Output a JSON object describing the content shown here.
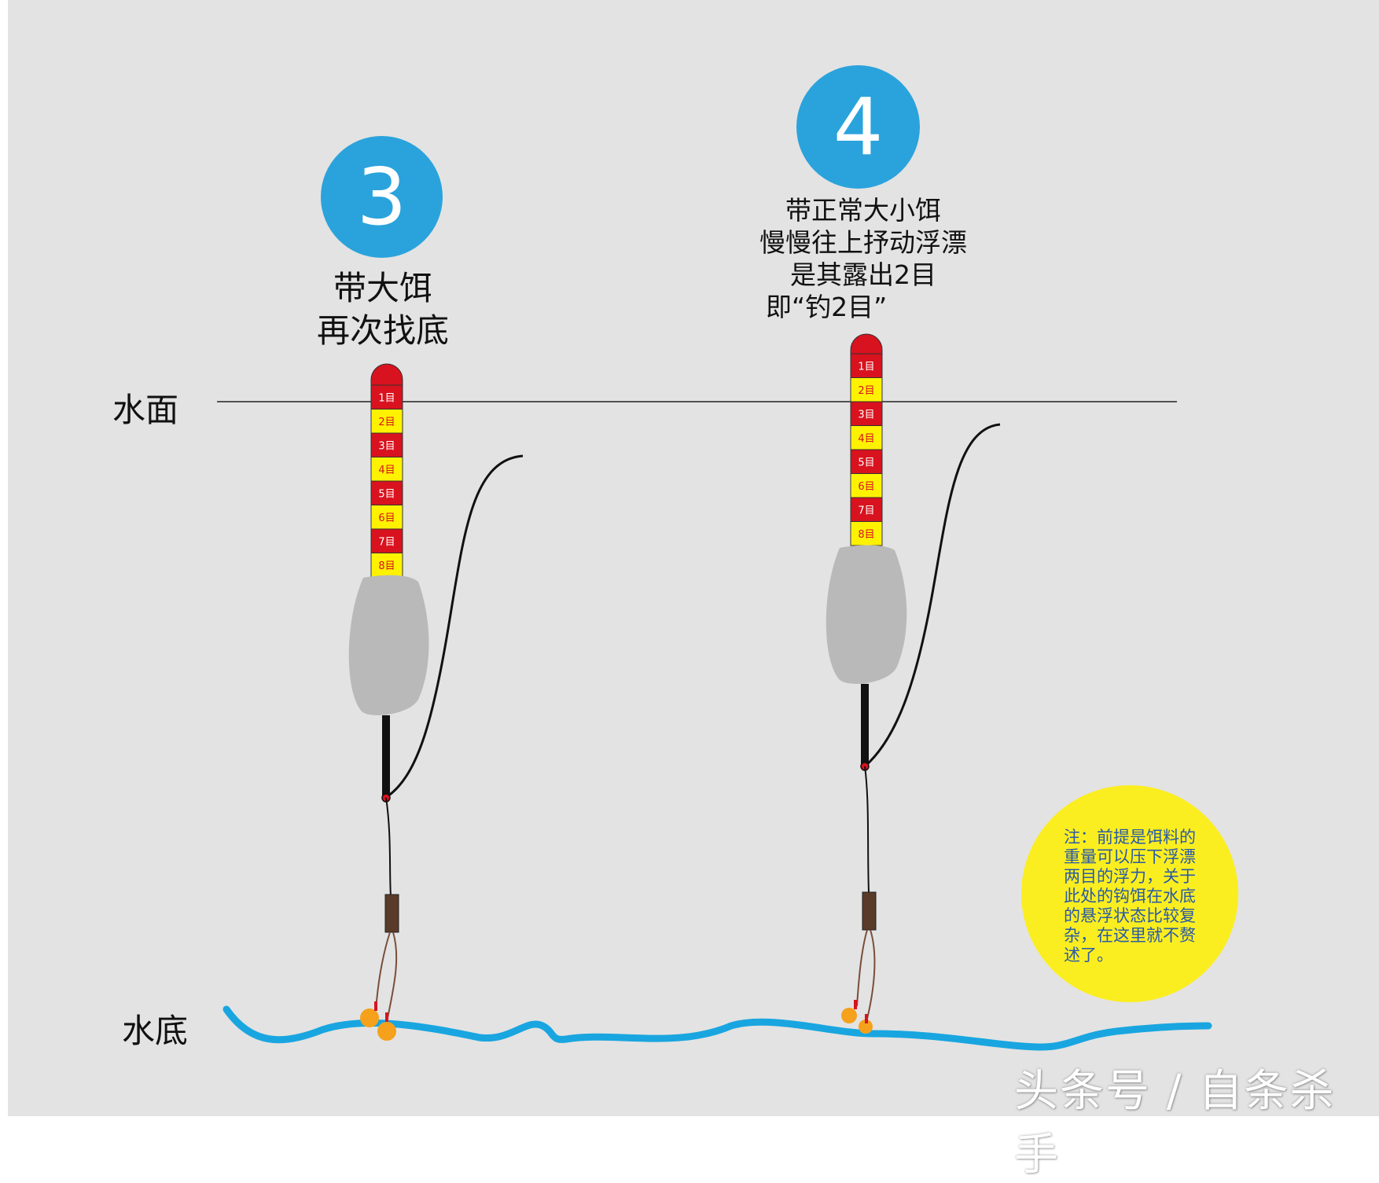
{
  "labels": {
    "water_surface": "水面",
    "water_bottom": "水底"
  },
  "step3": {
    "number": "3",
    "line1": "带大饵",
    "line2": "再次找底"
  },
  "step4": {
    "number": "4",
    "line1": "带正常大小饵",
    "line2": "慢慢往上抒动浮漂",
    "line3": "是其露出2目",
    "line4": "即“钓2目”"
  },
  "float_marks": [
    "1目",
    "2目",
    "3目",
    "4目",
    "5目",
    "6目",
    "7目",
    "8目"
  ],
  "note": "注：前提是饵料的\n重量可以压下浮漂\n两目的浮力，关于\n此处的钩饵在水底\n的悬浮状态比较复\n杂，在这里就不赘\n述了。",
  "watermark": "头条号 / 自条杀手",
  "colors": {
    "background": "#e3e3e3",
    "accent_blue": "#2aa3dc",
    "float_red": "#d8121e",
    "float_yellow": "#fff200",
    "float_body": "#b9b9b9",
    "bottom_line": "#19a6e0",
    "bait": "#f5a11c",
    "note_bg": "#fbee20"
  }
}
